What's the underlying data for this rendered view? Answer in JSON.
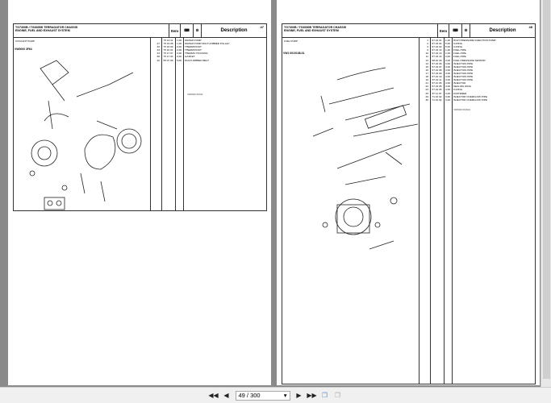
{
  "pages": [
    {
      "title1": "TG7300B / TG8300B TERRAGATOR CHASSIS",
      "title2": "ENGINE, FUEL AND EXHAUST SYSTEM",
      "section": "COOLANT PUMP",
      "ref": "VW0000 3F64",
      "page_no": "47",
      "fig_code": "VW0000 0F024",
      "rows": [
        [
          "",
          "75 16 11",
          "1,00",
          "WATER PUMP"
        ],
        [
          "27",
          "75 19 08",
          "1,00",
          "WATER PUMP MULTI-RIBBED PULLEY"
        ],
        [
          "32",
          "75 16 09",
          "2,00",
          "THERMOSTAT"
        ],
        [
          "33",
          "75 16 01",
          "2,00",
          "THERMOSTAT"
        ],
        [
          "34",
          "75 17 07",
          "2,00",
          "THERMO HOUSING"
        ],
        [
          "38",
          "75 17 04",
          "0,00",
          "GASKET"
        ],
        [
          "42",
          "55 07 06",
          "5,00",
          "MULTI-RIBBED BELT"
        ]
      ]
    },
    {
      "title1": "TG7300B / TG8300B TERRAGATOR CHASSIS",
      "title2": "ENGINE, FUEL AND EXHAUST SYSTEM",
      "section": "FUEL PUMP",
      "ref": "VW1 0010138-01",
      "page_no": "48",
      "fig_code": "VW0000 0F0024",
      "rows": [
        [
          "1",
          "57 22 01",
          "1,00",
          "HIGH PRESSURE INJECTION PUMP"
        ],
        [
          "2",
          "57 22 02",
          "5,00",
          "O-RING"
        ],
        [
          "3",
          "57 22 02",
          "5,00",
          "O-RING"
        ],
        [
          "9",
          "57 22 12",
          "1,00",
          "FUEL PIPE"
        ],
        [
          "10",
          "57 22 13",
          "1,00",
          "FUEL PIPE"
        ],
        [
          "11",
          "57 22 14",
          "2,00",
          "FUEL PIPE"
        ],
        [
          "13",
          "58 22 20",
          "2,00",
          "FUEL PRESSURE SENSOR"
        ],
        [
          "14",
          "57 22 06",
          "3,00",
          "INJECTION PIPE"
        ],
        [
          "15",
          "57 22 07",
          "3,00",
          "INJECTION PIPE"
        ],
        [
          "16",
          "57 22 08",
          "3,00",
          "INJECTION PIPE"
        ],
        [
          "17",
          "57 22 09",
          "3,00",
          "INJECTION PIPE"
        ],
        [
          "18",
          "57 22 10",
          "3,00",
          "INJECTION PIPE"
        ],
        [
          "19",
          "57 22 11",
          "3,00",
          "INJECTION PIPE"
        ],
        [
          "21",
          "57 21 05",
          "3,00",
          "INJECTOR"
        ],
        [
          "22",
          "57 22 05",
          "3,00",
          "SEALING RING"
        ],
        [
          "23",
          "57 22 05",
          "3,00",
          "O-RING"
        ],
        [
          "25",
          "57 11 07",
          "3,00",
          "FASTENER"
        ],
        [
          "29",
          "71 16 02",
          "3,00",
          "INJECTOR OVERFLOW PIPE"
        ],
        [
          "30",
          "71 16 02",
          "3,00",
          "INJECTOR OVERFLOW PIPE"
        ]
      ]
    }
  ],
  "columns": {
    "item": "Item",
    "description": "Description"
  },
  "toolbar": {
    "page_value": "49 / 300"
  }
}
